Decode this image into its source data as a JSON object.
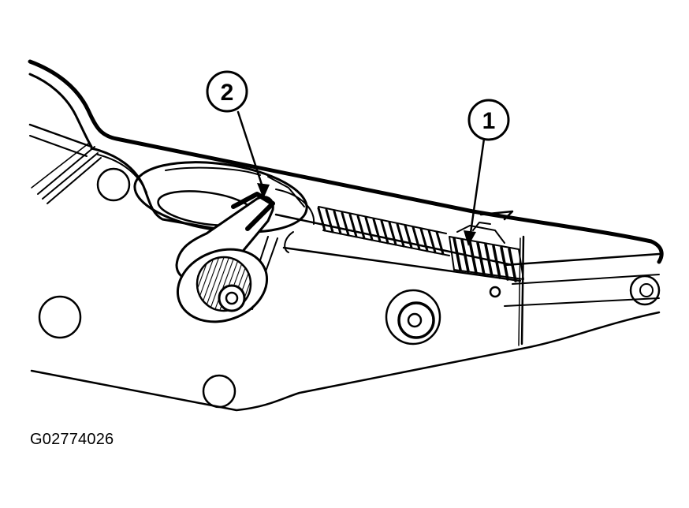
{
  "callouts": [
    {
      "id": "1",
      "label": "1"
    },
    {
      "id": "2",
      "label": "2"
    }
  ],
  "figure_id": "G02774026",
  "colors": {
    "line": "#000000",
    "background": "#ffffff"
  }
}
